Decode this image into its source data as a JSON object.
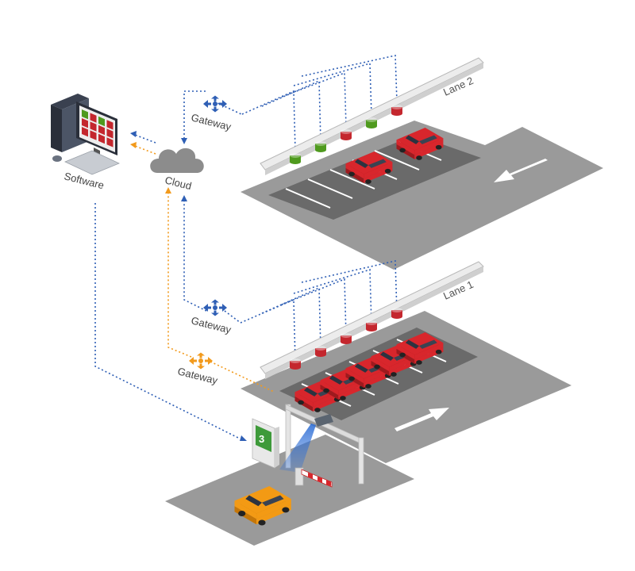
{
  "labels": {
    "software": "Software",
    "cloud": "Cloud",
    "gateway_lane2": "Gateway",
    "gateway_lane1": "Gateway",
    "gateway_entry": "Gateway",
    "lane2": "Lane 2",
    "lane1": "Lane 1",
    "sign_count": "3"
  },
  "lane2_sensors": [
    "green",
    "green",
    "red",
    "green",
    "red"
  ],
  "lane1_sensors": [
    "red",
    "red",
    "red",
    "red",
    "red"
  ],
  "colors": {
    "link_blue": "#2f5fb5",
    "link_orange": "#f29a1c",
    "sensor_green": "#4f9a1e",
    "sensor_red": "#c4272e",
    "car_red": "#d8262c",
    "car_orange": "#f39a14",
    "floor": "#999999",
    "lot": "#666666",
    "sign_green": "#3e9a3a"
  }
}
